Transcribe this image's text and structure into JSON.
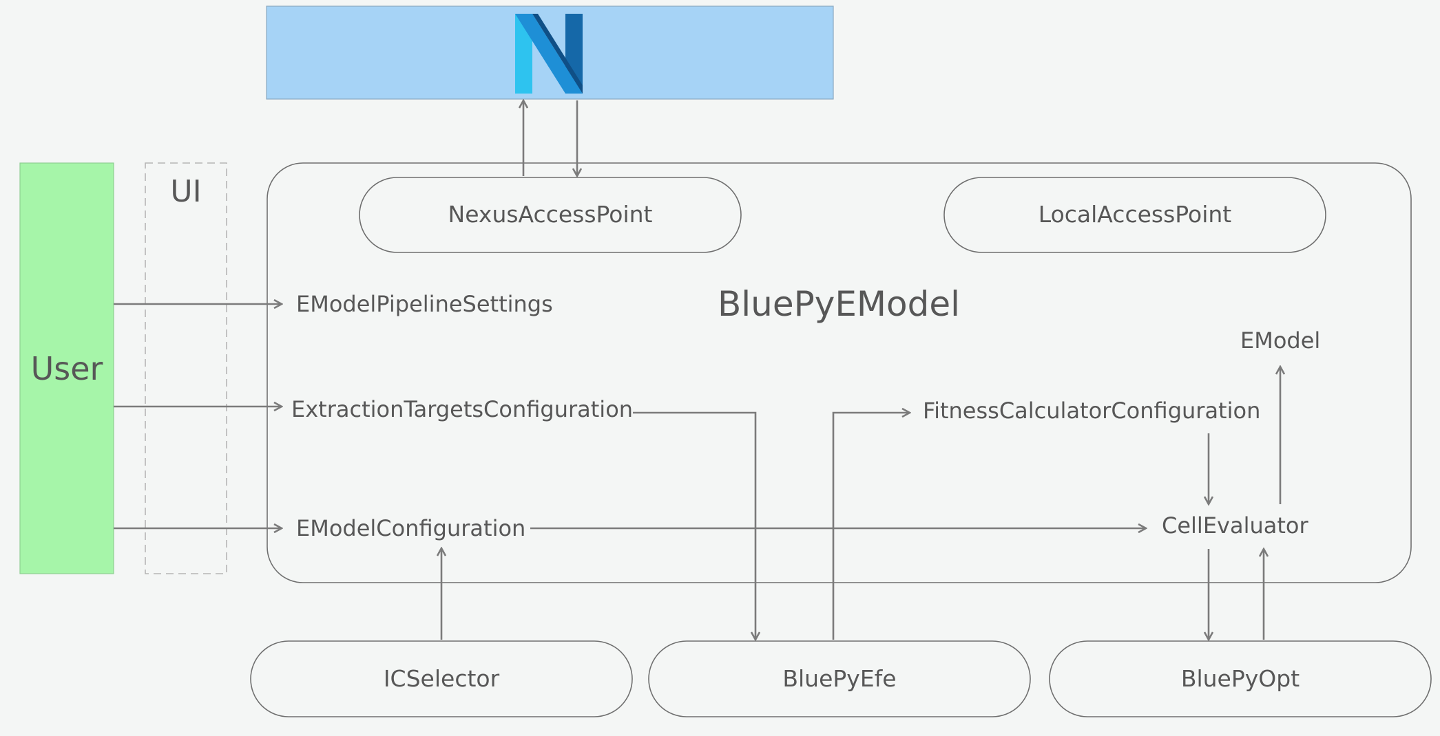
{
  "colors": {
    "background": "#f4f6f5",
    "nexus_bar": "#a6d3f6",
    "user_box": "#a6f5a9",
    "logo_light": "#2ec3ef",
    "logo_dark": "#1568a8",
    "logo_mid": "#1e8fd6",
    "line": "#7b7b7b",
    "text": "#575757"
  },
  "nexus": {
    "logo_icon": "nexus-logo-icon"
  },
  "actors": {
    "user": "User",
    "ui": "UI"
  },
  "main": {
    "title": "BluePyEModel",
    "access_points": {
      "nexus": "NexusAccessPoint",
      "local": "LocalAccessPoint"
    },
    "components": {
      "pipeline_settings": "EModelPipelineSettings",
      "extraction_targets": "ExtractionTargetsConfiguration",
      "emodel_configuration": "EModelConfiguration",
      "fitness_calculator": "FitnessCalculatorConfiguration",
      "cell_evaluator": "CellEvaluator",
      "emodel": "EModel"
    }
  },
  "external": {
    "icselector": "ICSelector",
    "bluepyefe": "BluePyEfe",
    "bluepyopt": "BluePyOpt"
  }
}
